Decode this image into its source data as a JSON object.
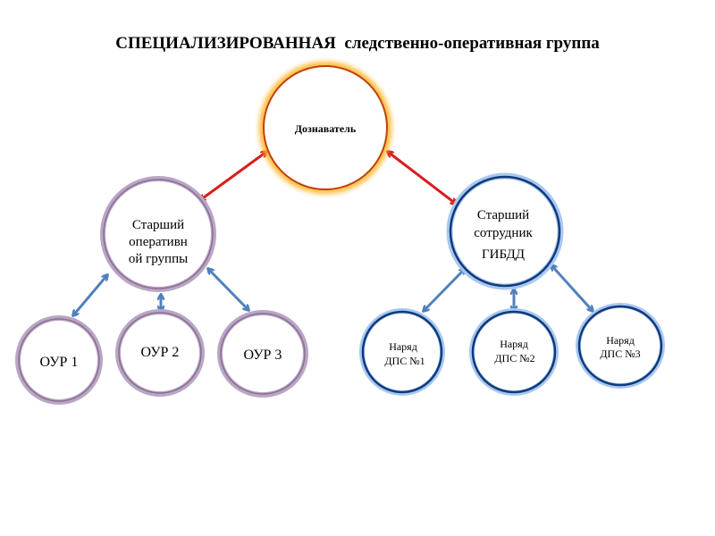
{
  "title": "СПЕЦИАЛИЗИРОВАННАЯ  следственно-оперативная группа",
  "colors": {
    "red": "#d81e1e",
    "blue_arrow": "#4f81bd",
    "navy": "#0f3a7d",
    "purple": "#8a6f94",
    "orange": "#c0410a"
  },
  "nodes": {
    "head": {
      "lines": [
        "Дознаватель"
      ]
    },
    "op_lead": {
      "lines": [
        "Старший",
        "оперативн",
        "ой группы"
      ]
    },
    "gibdd_lead": {
      "lines": [
        "Старший",
        "сотрудник",
        "ГИБДД"
      ]
    },
    "our1": {
      "lines": [
        "ОУР 1"
      ]
    },
    "our2": {
      "lines": [
        "ОУР 2"
      ]
    },
    "our3": {
      "lines": [
        "ОУР 3"
      ]
    },
    "dps1": {
      "lines": [
        "Наряд",
        "ДПС №1"
      ]
    },
    "dps2": {
      "lines": [
        "Наряд",
        "ДПС №2"
      ]
    },
    "dps3": {
      "lines": [
        "Наряд",
        "ДПС №3"
      ]
    }
  }
}
